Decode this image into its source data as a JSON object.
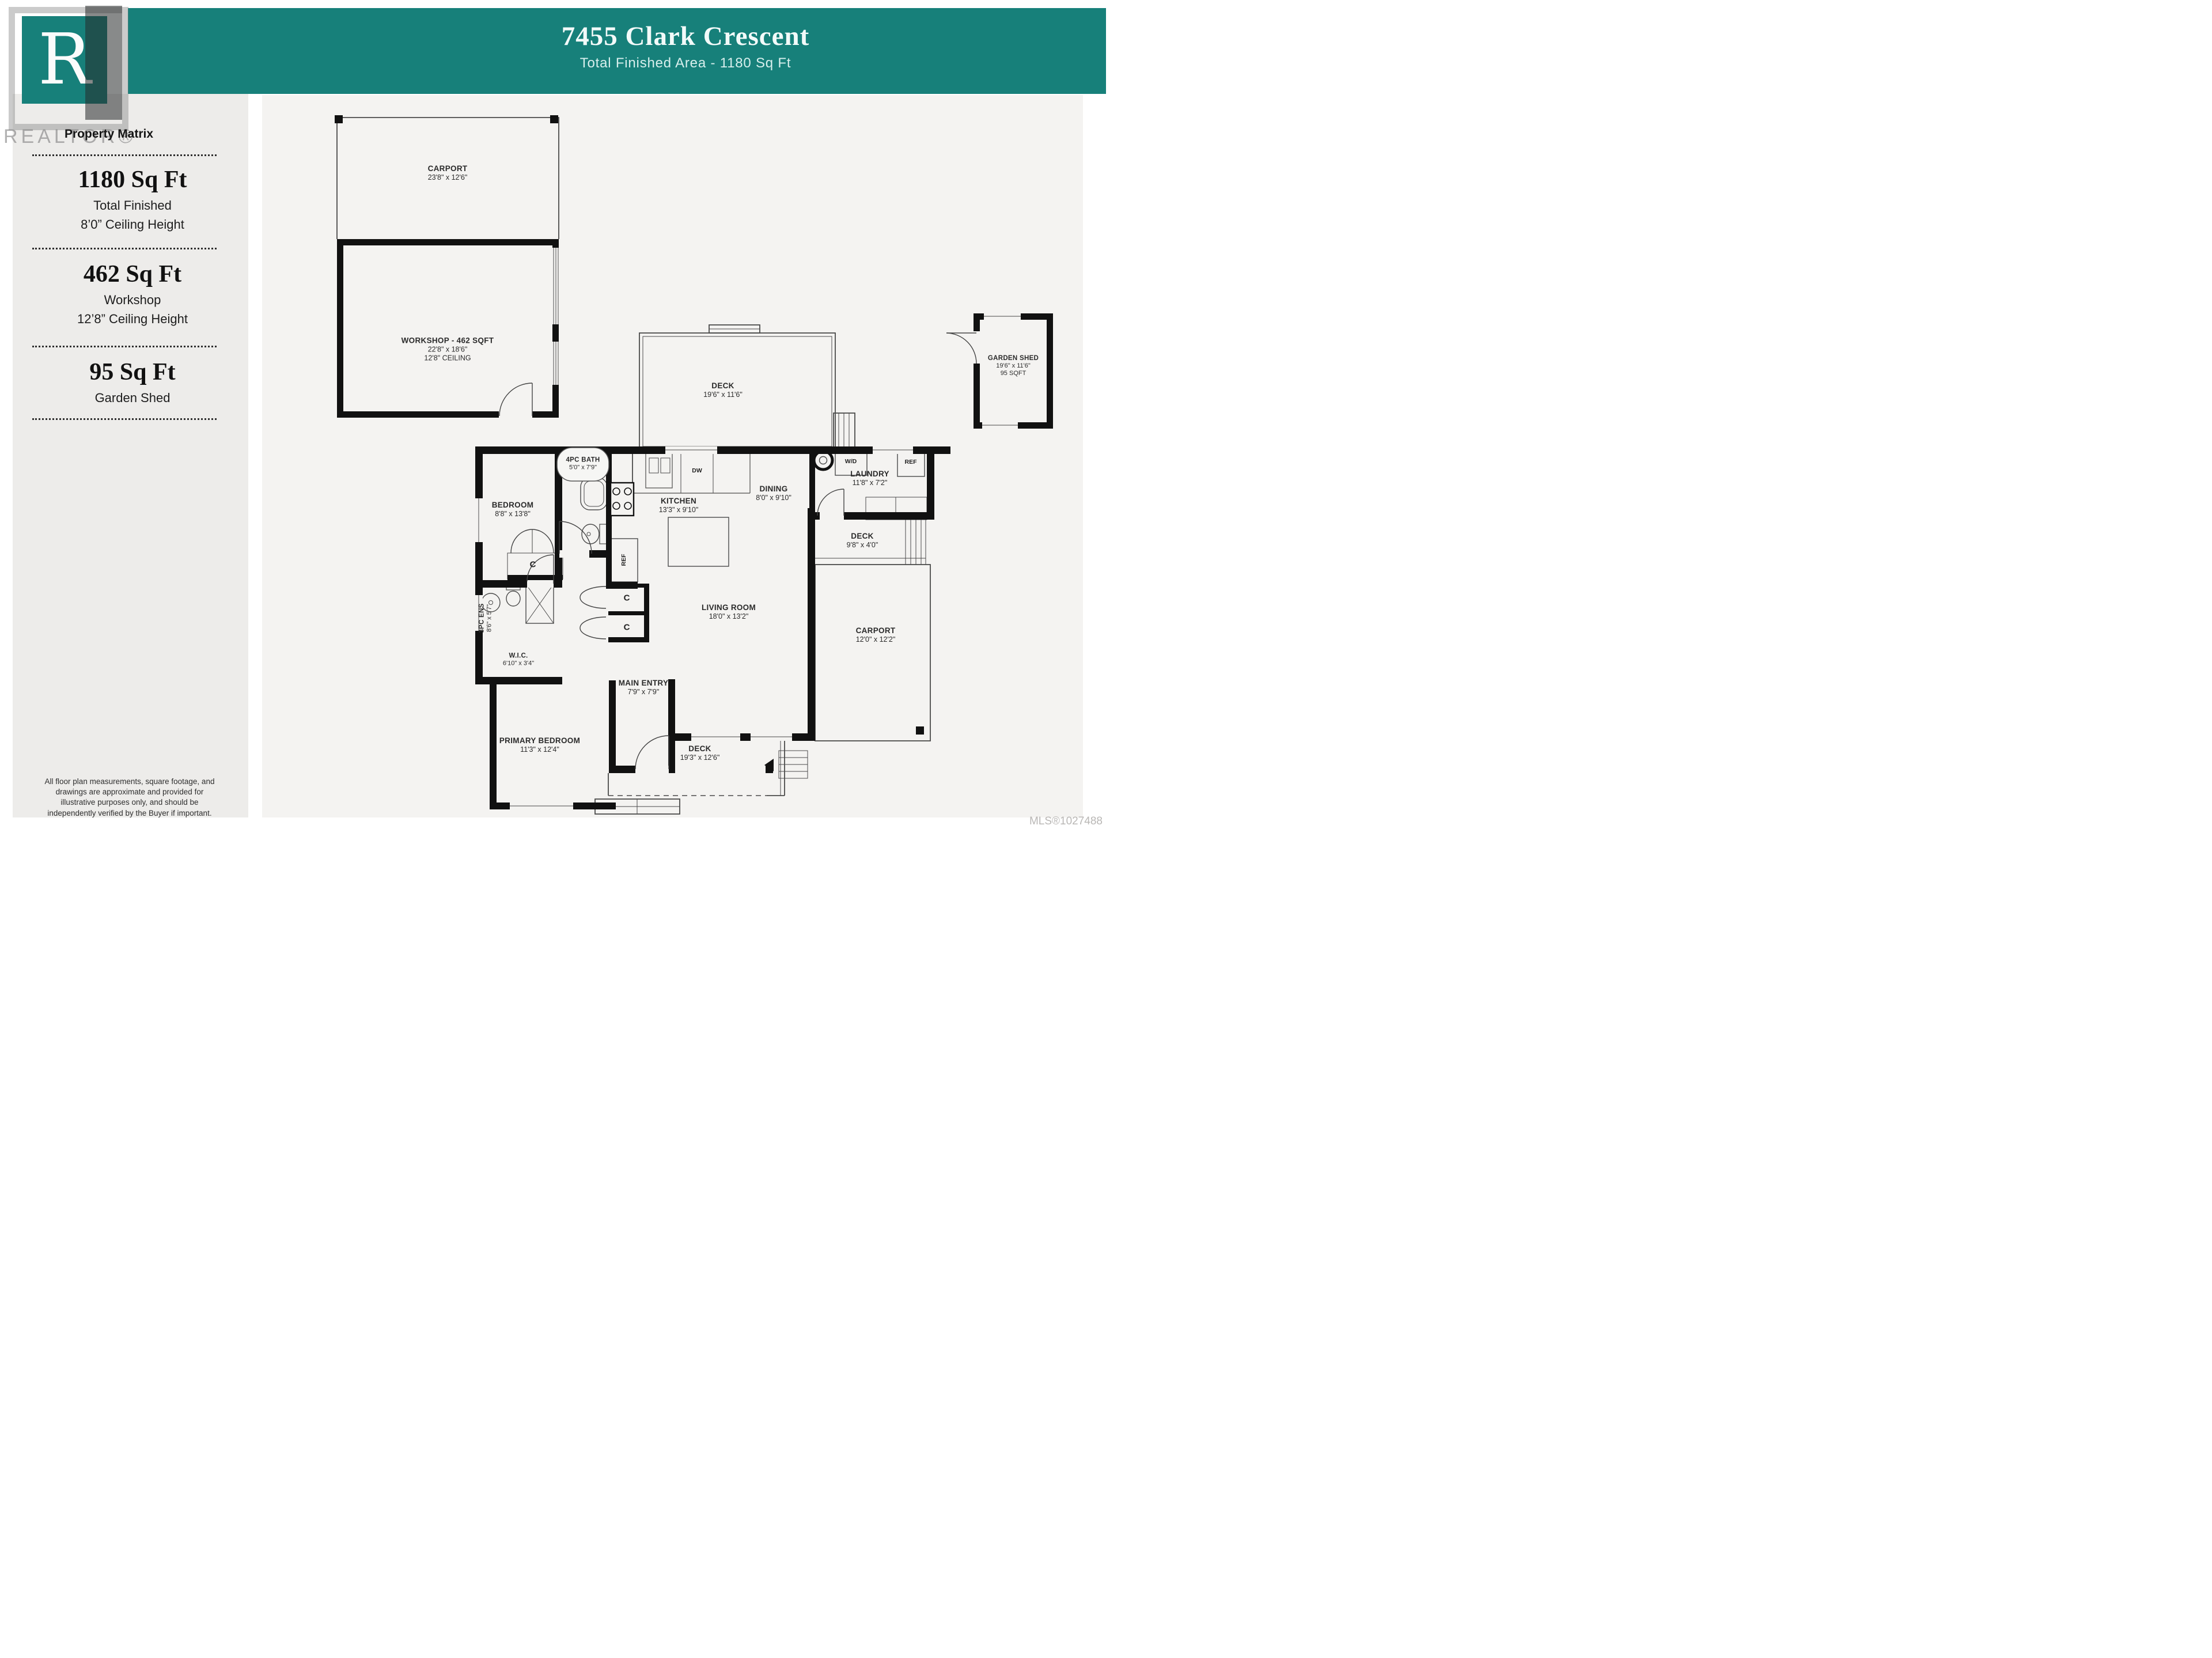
{
  "colors": {
    "teal": "#17807a",
    "sidebar_bg": "#edecea",
    "plan_bg": "#f4f3f1",
    "wall": "#111111",
    "mls_text": "#b9b7b5"
  },
  "header": {
    "title": "7455 Clark Crescent",
    "subtitle": "Total Finished Area - 1180 Sq Ft"
  },
  "logo": {
    "monogram": "R",
    "watermark": "REALTOR®",
    "brand": "Property Matrix"
  },
  "sidebar": {
    "stats": [
      {
        "value": "1180 Sq Ft",
        "lines": [
          "Total Finished",
          "8’0” Ceiling Height"
        ]
      },
      {
        "value": "462 Sq Ft",
        "lines": [
          "Workshop",
          "12’8” Ceiling Height"
        ]
      },
      {
        "value": "95 Sq Ft",
        "lines": [
          "Garden Shed"
        ]
      }
    ],
    "disclaimer_lines": [
      "All floor plan measurements, square footage, and",
      "drawings are approximate and provided for",
      "illustrative purposes only, and should be",
      "independently verified by the Buyer if important."
    ]
  },
  "floorplan": {
    "rooms": [
      {
        "name": "CARPORT",
        "dims": "23'8\" x 12'6\""
      },
      {
        "name": "WORKSHOP - 462 SQFT",
        "dims": "22'8\" x 18'6\"",
        "extra": "12'8\" CEILING"
      },
      {
        "name": "DECK",
        "dims": "19'6\" x 11'6\""
      },
      {
        "name": "GARDEN SHED",
        "dims": "19'6\" x 11'6\"",
        "extra": "95 SQFT"
      },
      {
        "name": "4PC BATH",
        "dims": "5'0\" x 7'9\""
      },
      {
        "name": "BEDROOM",
        "dims": "8'8\" x 13'8\""
      },
      {
        "name": "KITCHEN",
        "dims": "13'3\" x 9'10\""
      },
      {
        "name": "DINING",
        "dims": "8'0\" x 9'10\""
      },
      {
        "name": "LAUNDRY",
        "dims": "11'8\" x 7'2\""
      },
      {
        "name": "DECK",
        "dims": "9'8\" x 4'0\""
      },
      {
        "name": "LIVING ROOM",
        "dims": "18'0\" x 13'2\""
      },
      {
        "name": "CARPORT",
        "dims": "12'0\" x 12'2\""
      },
      {
        "name": "3PC ENS",
        "dims": "8'6\" x 5'7\""
      },
      {
        "name": "W.I.C.",
        "dims": "6'10\" x 3'4\""
      },
      {
        "name": "MAIN ENTRY",
        "dims": "7'9\" x 7'9\""
      },
      {
        "name": "PRIMARY BEDROOM",
        "dims": "11'3\" x 12'4\""
      },
      {
        "name": "DECK",
        "dims": "19'3\" x 12'6\""
      }
    ],
    "fixtures": {
      "closet": "C",
      "washer_dryer": "W/D",
      "fridge": "REF",
      "dishwasher": "DW"
    }
  },
  "footer": {
    "mls": "MLS®1027488"
  }
}
